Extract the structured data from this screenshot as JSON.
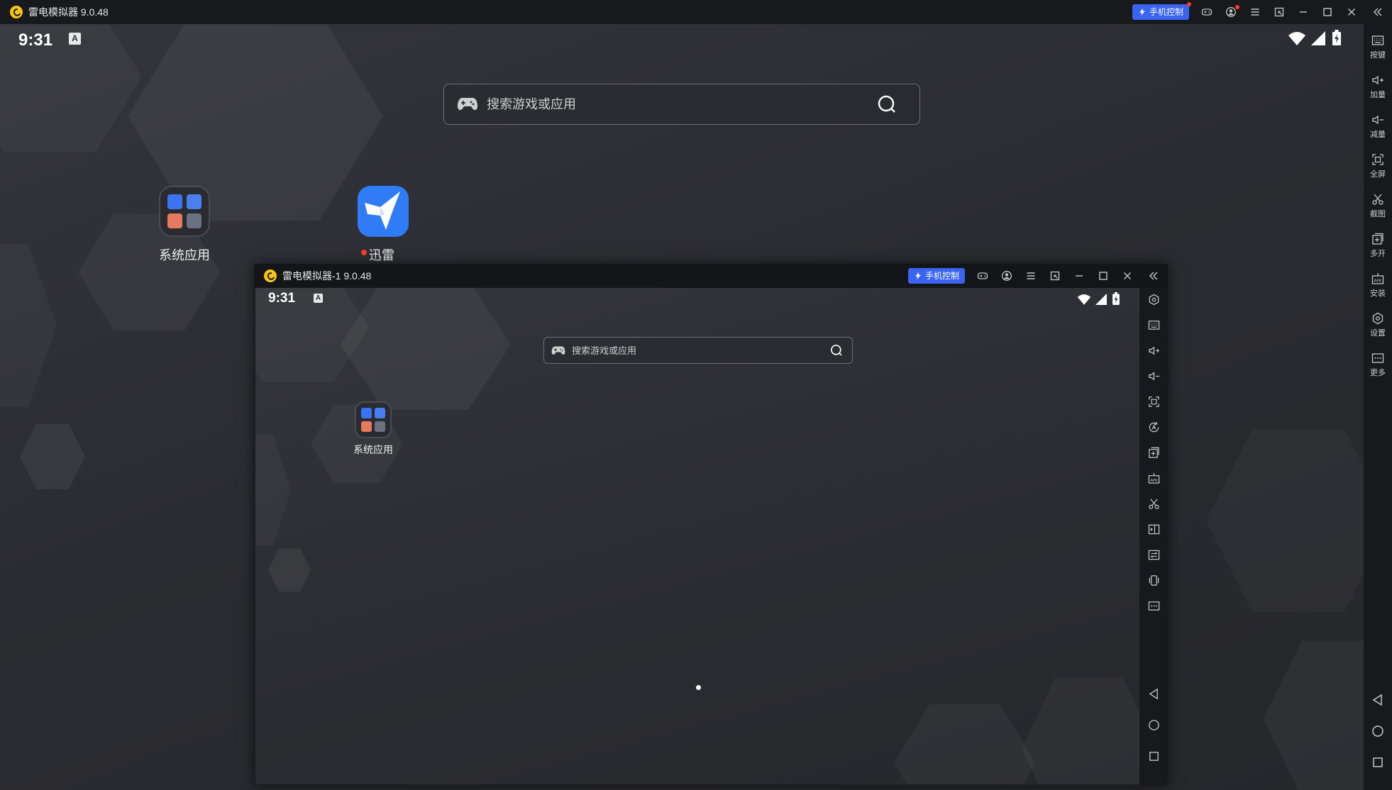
{
  "main_window": {
    "title": "雷电模拟器 9.0.48",
    "phone_control_label": "手机控制",
    "status": {
      "time": "9:31",
      "badge": "A"
    },
    "search": {
      "placeholder": "搜索游戏或应用"
    },
    "apps": [
      {
        "label": "系统应用",
        "icon": "folder-icon"
      },
      {
        "label": "迅雷",
        "icon": "xunlei-bird-icon",
        "has_update_dot": true
      }
    ],
    "sidebar": [
      {
        "label": "按键",
        "icon": "keyboard-icon"
      },
      {
        "label": "加量",
        "icon": "volume-up-icon"
      },
      {
        "label": "减量",
        "icon": "volume-down-icon"
      },
      {
        "label": "全屏",
        "icon": "fullscreen-icon"
      },
      {
        "label": "截图",
        "icon": "scissors-icon"
      },
      {
        "label": "多开",
        "icon": "multi-instance-icon"
      },
      {
        "label": "安装",
        "icon": "apk-install-icon"
      },
      {
        "label": "设置",
        "icon": "settings-icon"
      },
      {
        "label": "更多",
        "icon": "more-icon"
      }
    ]
  },
  "second_window": {
    "title": "雷电模拟器-1 9.0.48",
    "phone_control_label": "手机控制",
    "status": {
      "time": "9:31",
      "badge": "A"
    },
    "search": {
      "placeholder": "搜索游戏或应用"
    },
    "apps": [
      {
        "label": "系统应用",
        "icon": "folder-icon"
      }
    ]
  },
  "colors": {
    "accent": "#3a63f0",
    "logo": "#f5c518",
    "notify_red": "#ff3b30",
    "xunlei_blue": "#2f7cf6"
  }
}
